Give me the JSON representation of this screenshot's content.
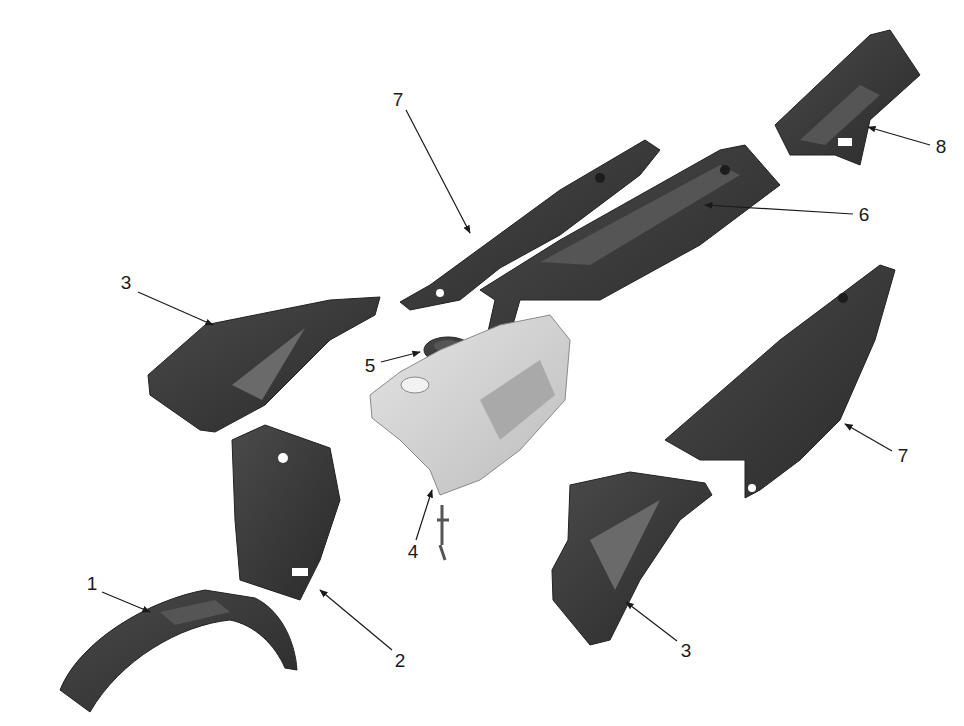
{
  "diagram": {
    "labels": [
      "7",
      "8",
      "6",
      "3",
      "5",
      "7",
      "4",
      "1",
      "2",
      "3"
    ]
  }
}
